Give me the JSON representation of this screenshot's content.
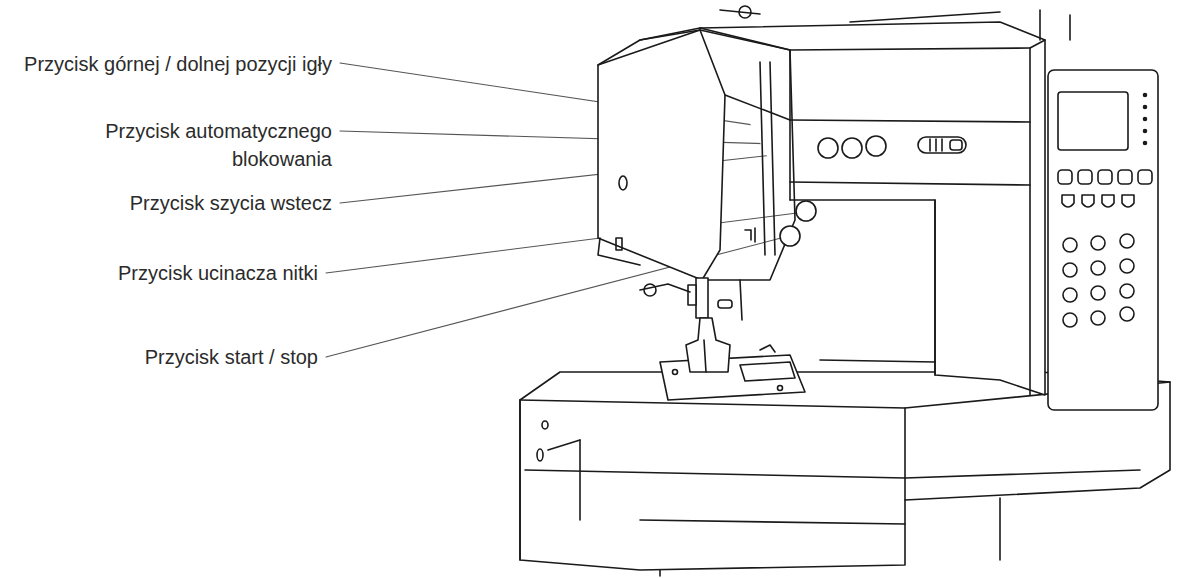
{
  "diagram": {
    "labels": [
      "Przycisk górnej / dolnej pozycji igły",
      "Przycisk automatycznego blokowania",
      "Przycisk szycia wstecz",
      "Przycisk ucinacza nitki",
      "Przycisk start / stop"
    ]
  }
}
